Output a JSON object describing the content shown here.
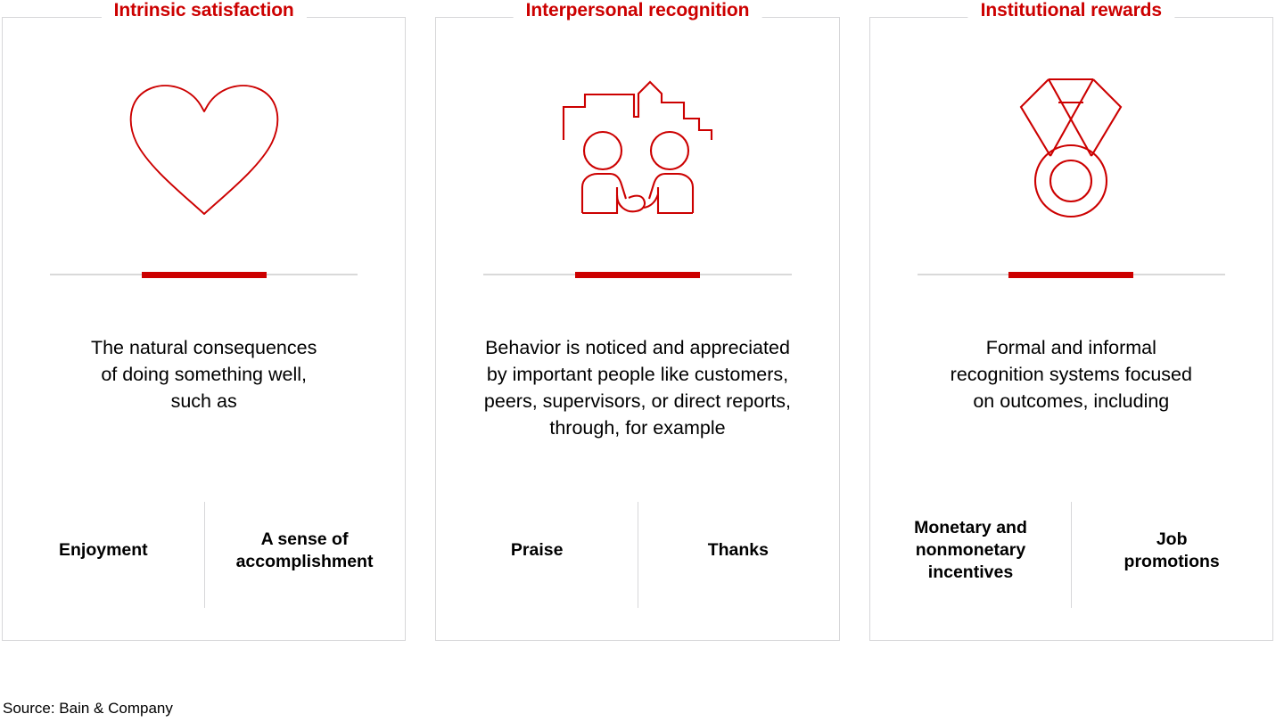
{
  "theme": {
    "accent": "#cc0000",
    "border": "#d7d7d9",
    "rule_grey": "#d9d9d9",
    "text": "#000000",
    "background": "#ffffff"
  },
  "cards": [
    {
      "title": "Intrinsic satisfaction",
      "icon": "heart-icon",
      "description": "The natural consequences\nof doing something well,\nsuch as",
      "items": [
        "Enjoyment",
        "A sense of\naccomplishment"
      ]
    },
    {
      "title": "Interpersonal recognition",
      "icon": "handshake-people-icon",
      "description": "Behavior is noticed and appreciated\nby important people like customers,\npeers, supervisors, or direct reports,\nthrough, for example",
      "items": [
        "Praise",
        "Thanks"
      ]
    },
    {
      "title": "Institutional rewards",
      "icon": "medal-icon",
      "description": "Formal and informal\nrecognition systems focused\non outcomes, including",
      "items": [
        "Monetary and\nnonmonetary\nincentives",
        "Job\npromotions"
      ]
    }
  ],
  "footer": {
    "source": "Source: Bain & Company"
  }
}
